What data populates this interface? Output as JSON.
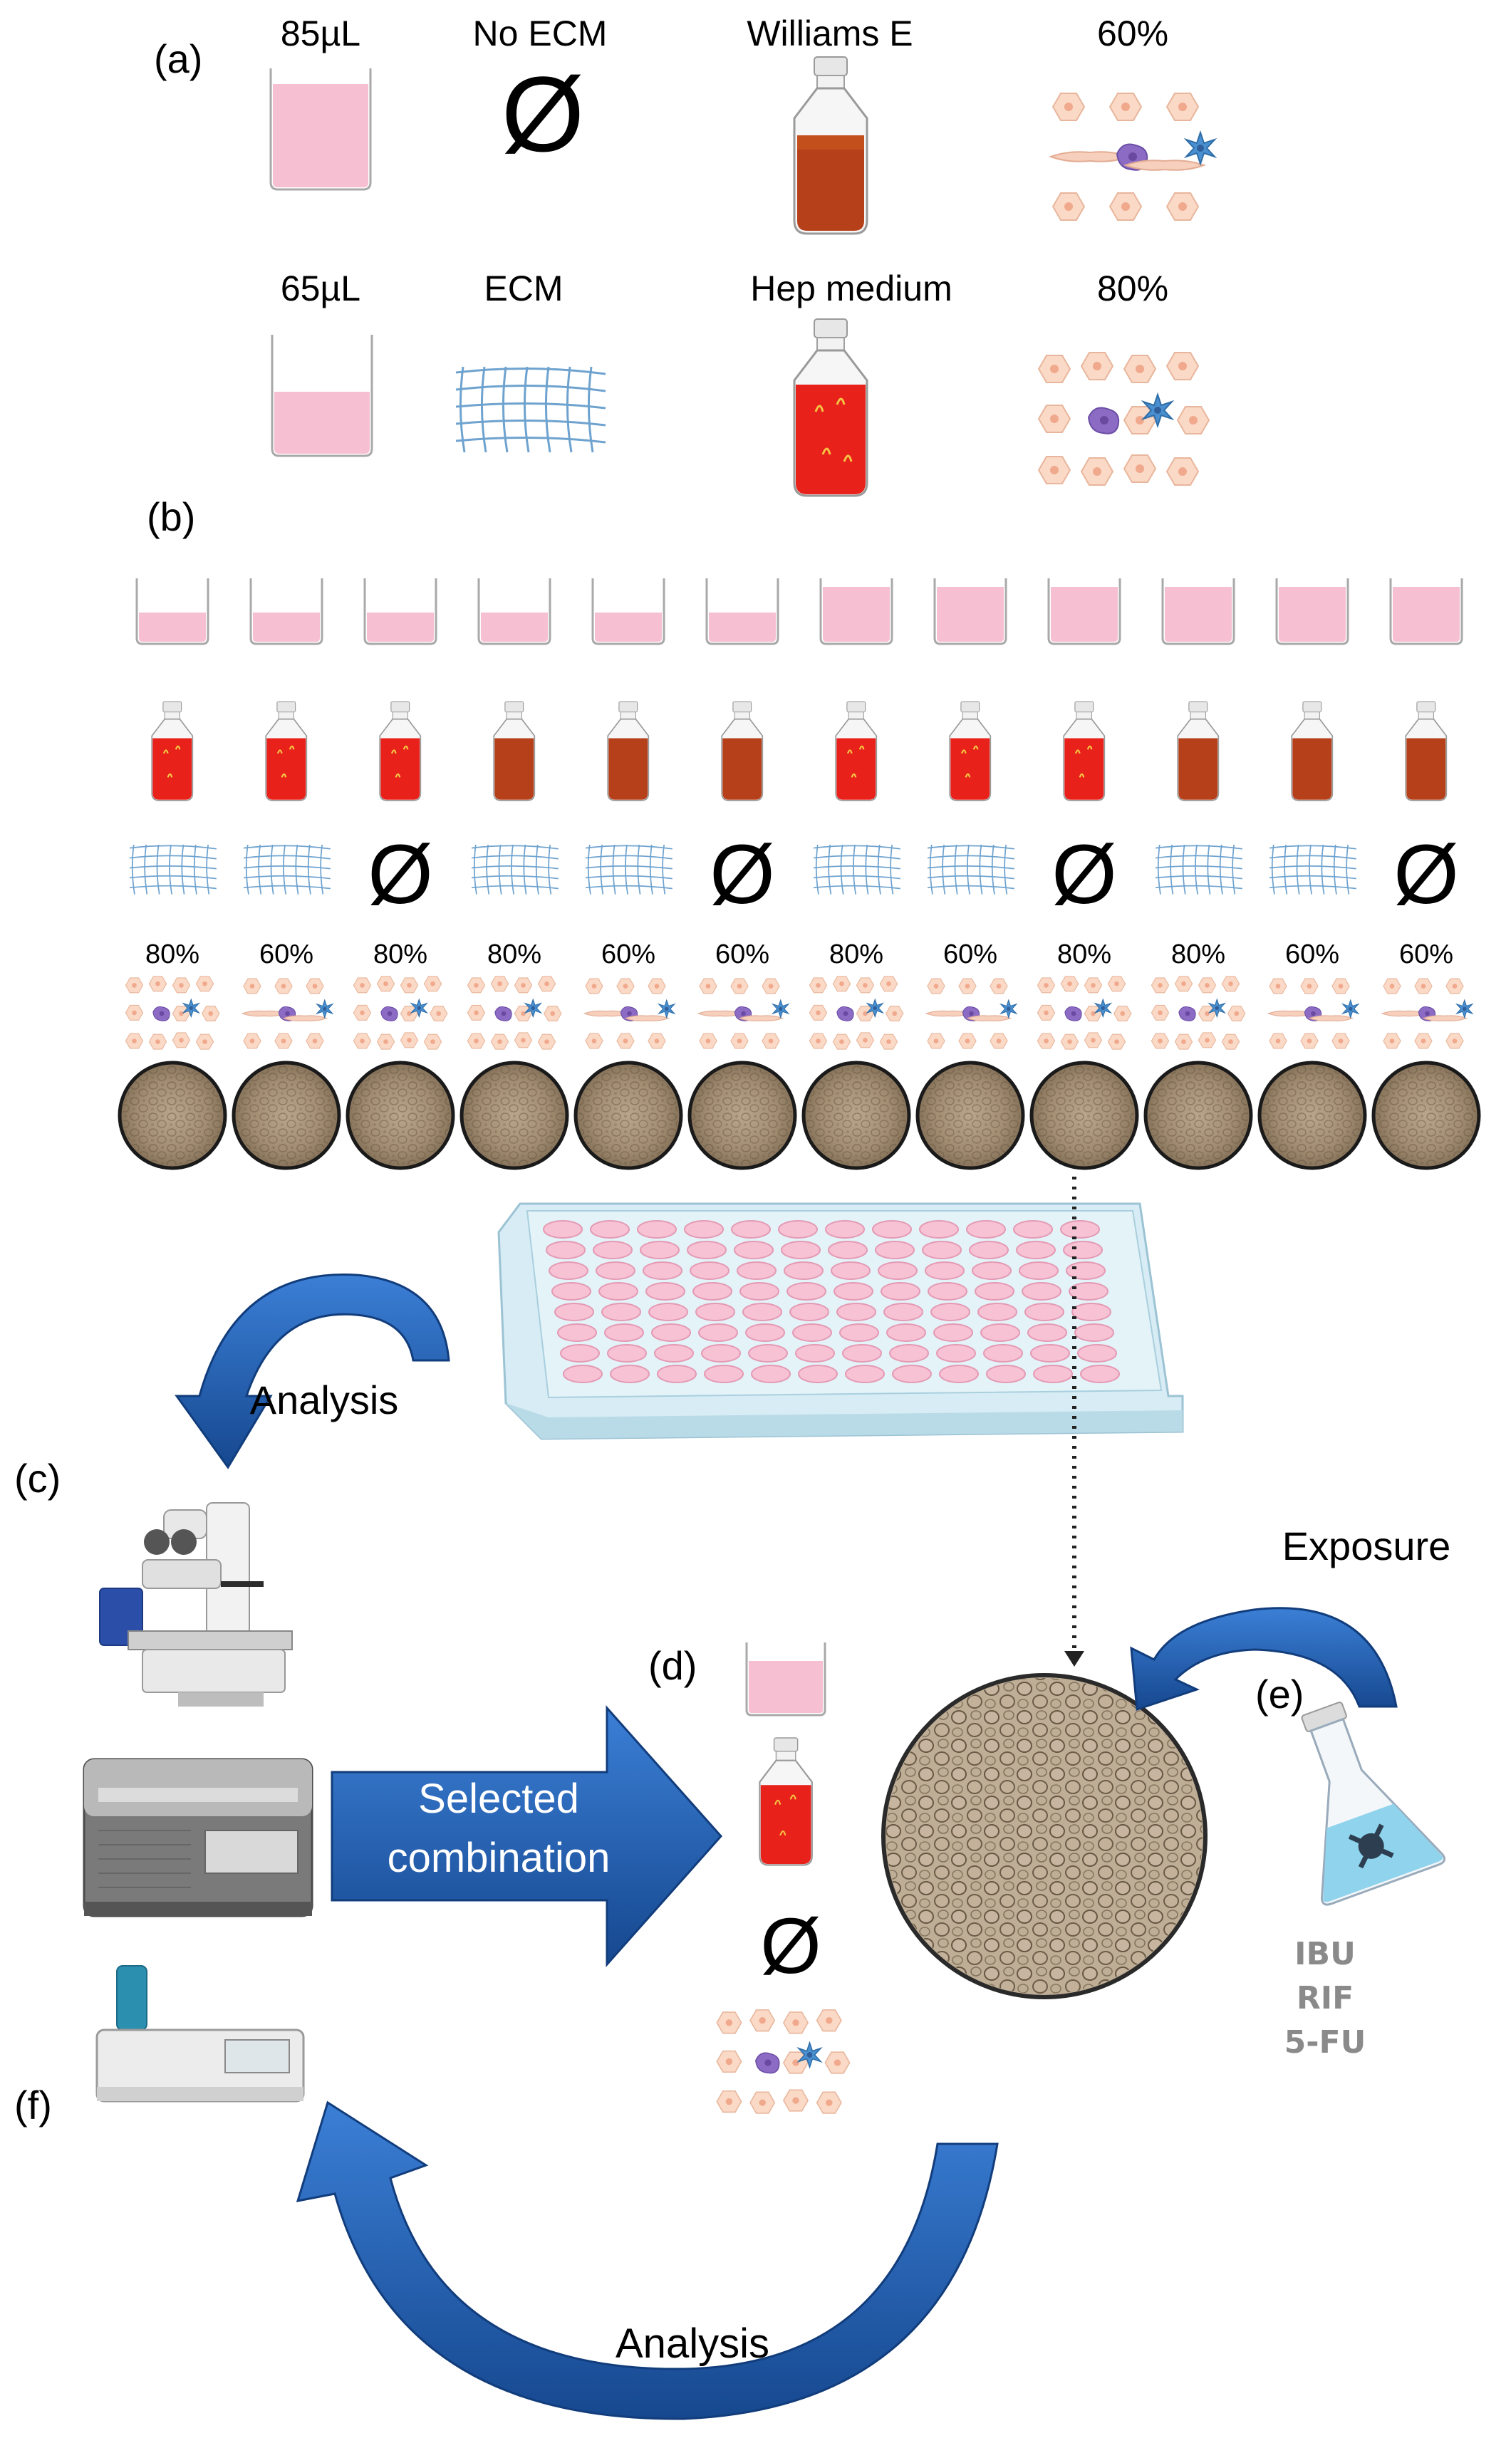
{
  "panels": {
    "a": "(a)",
    "b": "(b)",
    "c": "(c)",
    "d": "(d)",
    "e": "(e)",
    "f": "(f)"
  },
  "top_row": {
    "volume": "85µL",
    "ecm": "No ECM",
    "medium": "Williams E",
    "density": "60%"
  },
  "bottom_row": {
    "volume": "65µL",
    "ecm": "ECM",
    "medium": "Hep medium",
    "density": "80%"
  },
  "empty_symbol": "Ø",
  "combinations": [
    {
      "volume": "65µL",
      "medium": "Hep medium",
      "ecm": true,
      "density": "80%"
    },
    {
      "volume": "65µL",
      "medium": "Hep medium",
      "ecm": true,
      "density": "60%"
    },
    {
      "volume": "65µL",
      "medium": "Hep medium",
      "ecm": false,
      "density": "80%"
    },
    {
      "volume": "65µL",
      "medium": "Williams E",
      "ecm": true,
      "density": "80%"
    },
    {
      "volume": "65µL",
      "medium": "Williams E",
      "ecm": true,
      "density": "60%"
    },
    {
      "volume": "65µL",
      "medium": "Williams E",
      "ecm": false,
      "density": "60%"
    },
    {
      "volume": "85µL",
      "medium": "Hep medium",
      "ecm": true,
      "density": "80%"
    },
    {
      "volume": "85µL",
      "medium": "Hep medium",
      "ecm": true,
      "density": "60%"
    },
    {
      "volume": "85µL",
      "medium": "Hep medium",
      "ecm": false,
      "density": "80%"
    },
    {
      "volume": "85µL",
      "medium": "Williams E",
      "ecm": true,
      "density": "80%"
    },
    {
      "volume": "85µL",
      "medium": "Williams E",
      "ecm": true,
      "density": "60%"
    },
    {
      "volume": "85µL",
      "medium": "Williams E",
      "ecm": false,
      "density": "60%"
    }
  ],
  "arrows": {
    "analysis_top": "Analysis",
    "exposure": "Exposure",
    "selected_line1": "Selected",
    "selected_line2": "combination",
    "analysis_bottom": "Analysis"
  },
  "compounds": [
    "IBU",
    "RIF",
    "5-FU"
  ],
  "colors": {
    "arrow_blue": "#1f5fb4",
    "hep_medium_red": "#e8211b",
    "williams_e_brown": "#b5401a",
    "well_pink": "#f6c0d2"
  }
}
